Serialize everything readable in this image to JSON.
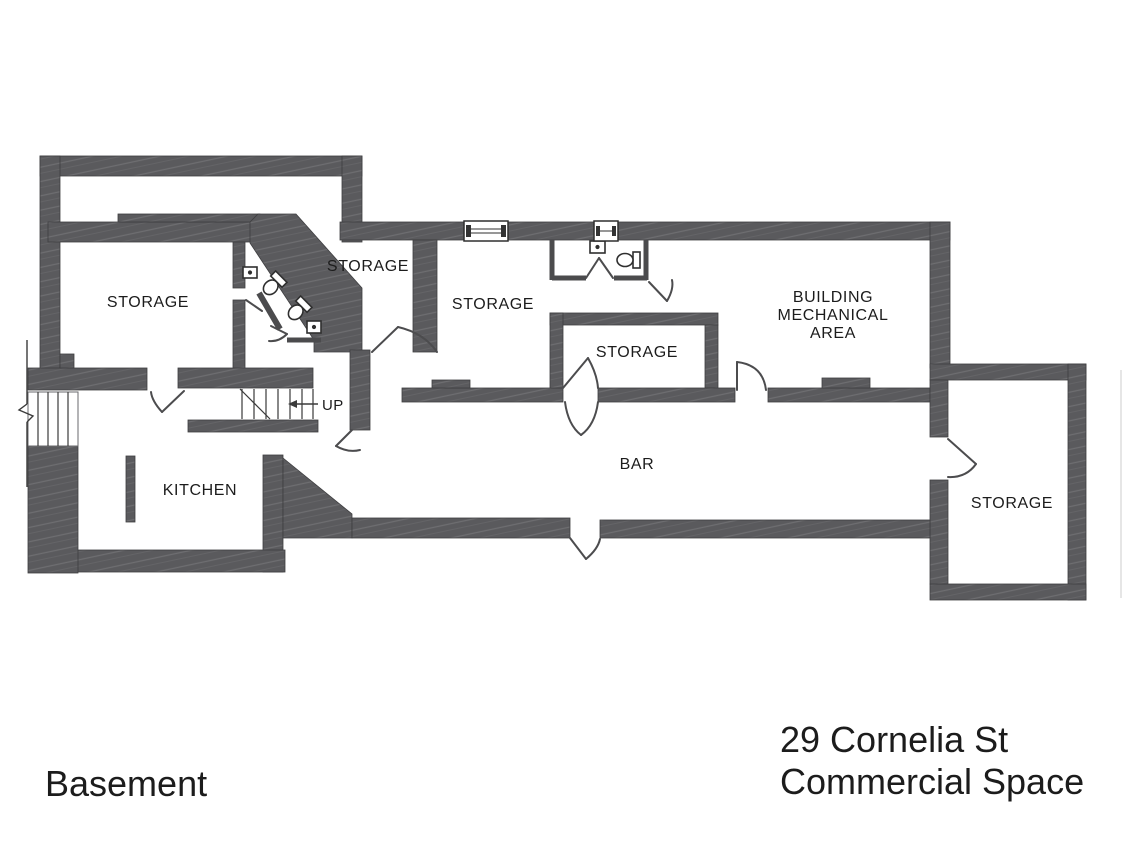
{
  "floor_plan": {
    "title": "Basement",
    "address": {
      "line1": "29 Cornelia St",
      "line2": "Commercial Space"
    },
    "rooms": {
      "storage_left": "STORAGE",
      "storage_upper_mid": "STORAGE",
      "storage_mid": "STORAGE",
      "storage_inner": "STORAGE",
      "building_mechanical": {
        "line1": "BUILDING",
        "line2": "MECHANICAL",
        "line3": "AREA"
      },
      "bar": "BAR",
      "kitchen": "KITCHEN",
      "storage_right": "STORAGE"
    },
    "annotations": {
      "stairs_direction": "UP"
    },
    "colors": {
      "wall": "#5a5a5d",
      "thin_wall": "#4b4b4d",
      "door_line": "#4c4c4e",
      "text": "#1c1c1c",
      "background": "#ffffff"
    }
  }
}
